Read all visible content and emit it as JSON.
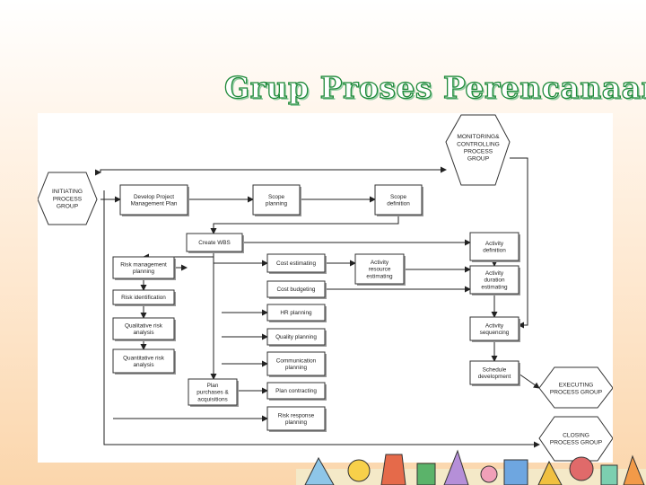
{
  "slide": {
    "title": "Grup Proses Perencanaan"
  },
  "groups": {
    "initiating": [
      "INITIATING",
      "PROCESS",
      "GROUP"
    ],
    "monitoring": [
      "MONITORING&",
      "CONTROLLING",
      "PROCESS",
      "GROUP"
    ],
    "executing": [
      "EXECUTING",
      "PROCESS GROUP"
    ],
    "closing": [
      "CLOSING",
      "PROCESS GROUP"
    ]
  },
  "processes": {
    "develop_plan": [
      "Develop Project",
      "Management Plan"
    ],
    "scope_planning": [
      "Scope",
      "planning"
    ],
    "scope_definition": [
      "Scope",
      "definition"
    ],
    "create_wbs": [
      "Create WBS"
    ],
    "activity_definition": [
      "Activity",
      "definition"
    ],
    "risk_mgmt_planning": [
      "Risk management",
      "planning"
    ],
    "cost_estimating": [
      "Cost estimating"
    ],
    "activity_resource": [
      "Activity",
      "resource",
      "estimating"
    ],
    "activity_duration": [
      "Activity",
      "duration",
      "estimating"
    ],
    "risk_identification": [
      "Risk identification"
    ],
    "cost_budgeting": [
      "Cost budgeting"
    ],
    "hr_planning": [
      "HR planning"
    ],
    "qualitative_risk": [
      "Qualitative risk",
      "analysis"
    ],
    "activity_sequencing": [
      "Activity",
      "sequencing"
    ],
    "quality_planning": [
      "Quality planning"
    ],
    "quantitative_risk": [
      "Quantitative risk",
      "analysis"
    ],
    "communication_planning": [
      "Communication",
      "planning"
    ],
    "schedule_development": [
      "Schedule",
      "development"
    ],
    "plan_purchases": [
      "Plan",
      "purchases &",
      "acquisitions"
    ],
    "plan_contracting": [
      "Plan contracting"
    ],
    "risk_response": [
      "Risk response",
      "planning"
    ]
  }
}
